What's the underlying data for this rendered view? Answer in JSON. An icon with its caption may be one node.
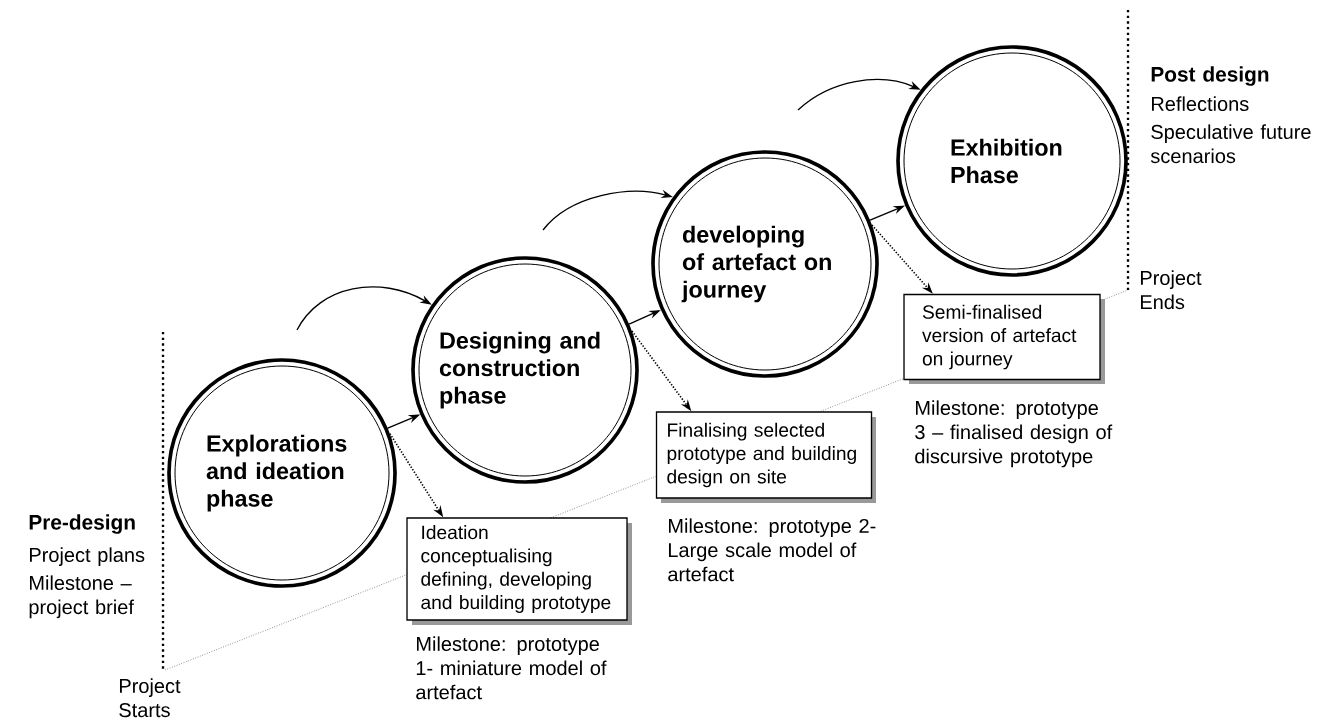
{
  "diagram": {
    "nodes": [
      {
        "text": [
          "Explorations and ideation phase"
        ]
      },
      {
        "text": [
          "Designing and construction phase"
        ]
      },
      {
        "text": [
          "developing of artefact on journey"
        ]
      },
      {
        "text": [
          "Exhibition Phase"
        ]
      },
      {
        "text": [
          "Ideation conceptualising defining, developing and building prototype"
        ],
        "beside": [
          "Milestone: prototype 1- miniature model of artefact"
        ]
      },
      {
        "text": [
          "Finalising selected prototype and building design on site"
        ],
        "beside": [
          "Milestone: prototype 2-Large scale model of artefact"
        ]
      },
      {
        "text": [
          "Semi-finalised version of artefact on journey"
        ],
        "beside": [
          "Milestone: prototype 3 – finalised design of discursive prototype"
        ]
      }
    ],
    "edges": [
      {
        "from": 0,
        "to": 1,
        "arrow": "to"
      },
      {
        "from": 1,
        "to": 2,
        "arrow": "to"
      },
      {
        "from": 2,
        "to": 3,
        "arrow": "to"
      },
      {
        "from": null,
        "to": 1,
        "arrow": "to"
      },
      {
        "from": null,
        "to": 2,
        "arrow": "to"
      },
      {
        "from": null,
        "to": 3,
        "arrow": "to"
      },
      {
        "from": 0,
        "to": 4,
        "arrow": "to",
        "style": "dashed"
      },
      {
        "from": 1,
        "to": 5,
        "arrow": "to",
        "style": "dashed"
      },
      {
        "from": 2,
        "to": 6,
        "arrow": "to",
        "style": "dashed"
      }
    ],
    "labels": [
      "Pre-design",
      "Project plans",
      "Milestone – project brief",
      "Project Starts",
      "Post design",
      "Reflections",
      "Speculative future scenarios",
      "Project Ends"
    ]
  }
}
